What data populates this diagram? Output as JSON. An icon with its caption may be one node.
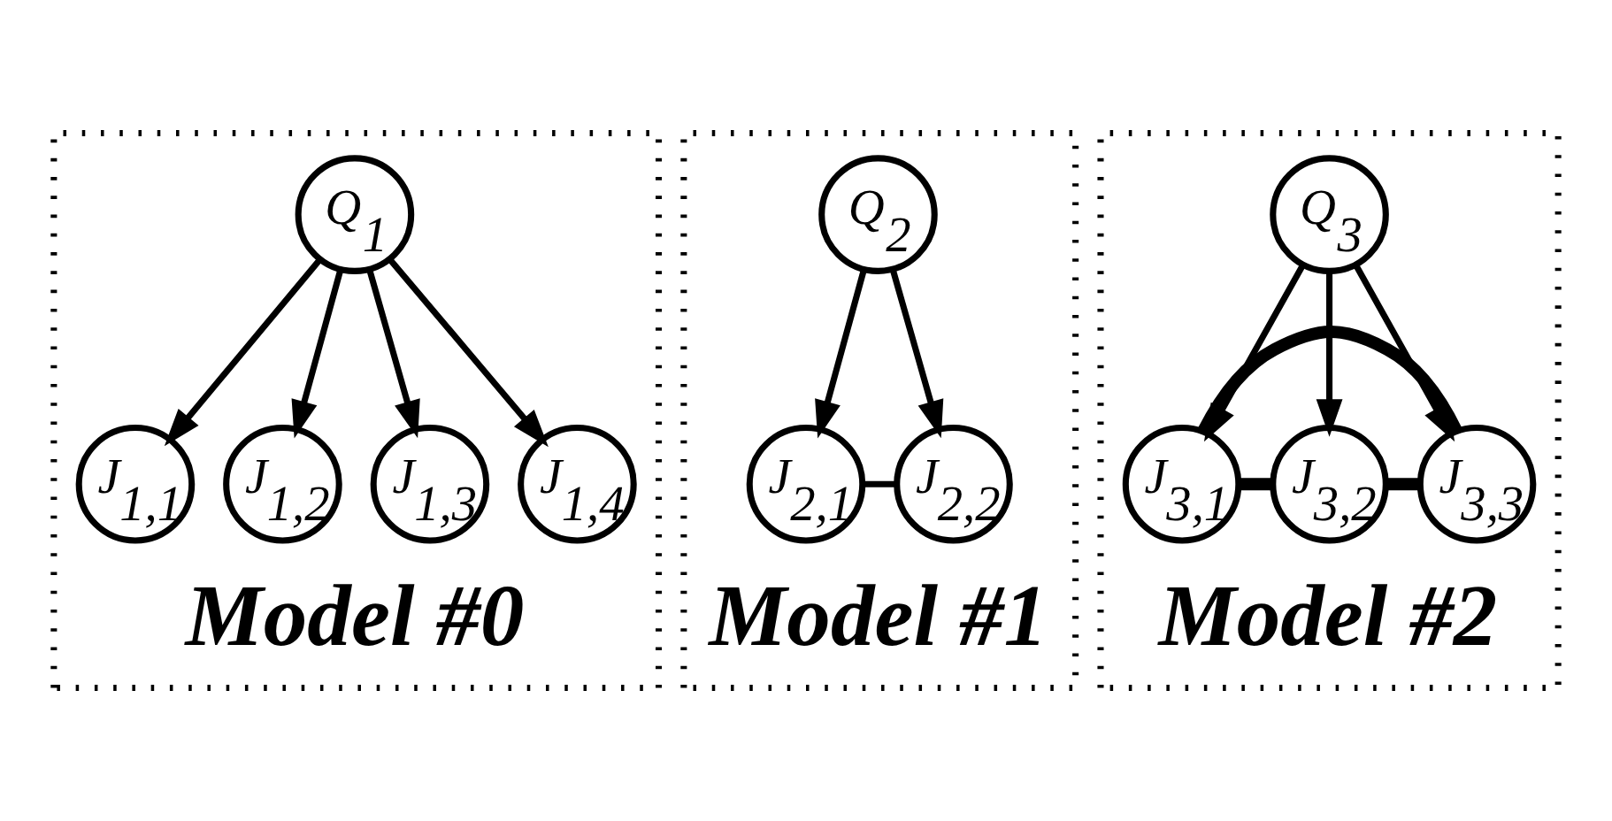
{
  "diagram": {
    "nodes": [
      {
        "text": [
          "Model #0"
        ]
      },
      {
        "text": [
          "Q$_{1}$"
        ],
        "in": 0
      },
      {
        "text": [
          "J$_{1,1}$"
        ],
        "in": 0
      },
      {
        "text": [
          "J$_{1,2}$"
        ],
        "in": 0
      },
      {
        "text": [
          "J$_{1,3}$"
        ],
        "in": 0
      },
      {
        "text": [
          "J$_{1,4}$"
        ],
        "in": 0
      },
      {
        "text": [
          "Model #1"
        ]
      },
      {
        "text": [
          "Q$_{2}$"
        ],
        "in": 6
      },
      {
        "text": [
          "J$_{2,1}$"
        ],
        "in": 6
      },
      {
        "text": [
          "J$_{2,2}$"
        ],
        "in": 6
      },
      {
        "text": [
          "Model #2"
        ]
      },
      {
        "text": [
          "Q$_{3}$"
        ],
        "in": 10
      },
      {
        "text": [
          "J$_{3,1}$"
        ],
        "in": 10
      },
      {
        "text": [
          "J$_{3,2}$"
        ],
        "in": 10
      },
      {
        "text": [
          "J$_{3,3}$"
        ],
        "in": 10
      }
    ],
    "edges": [
      {
        "from": 1,
        "to": 2,
        "arrow": "to"
      },
      {
        "from": 1,
        "to": 3,
        "arrow": "to"
      },
      {
        "from": 1,
        "to": 4,
        "arrow": "to"
      },
      {
        "from": 1,
        "to": 5,
        "arrow": "to"
      },
      {
        "from": 7,
        "to": 8,
        "arrow": "to"
      },
      {
        "from": 7,
        "to": 9,
        "arrow": "to"
      },
      {
        "from": 8,
        "to": 9,
        "arrow": "none"
      },
      {
        "from": 11,
        "to": 12,
        "arrow": "to"
      },
      {
        "from": 11,
        "to": 13,
        "arrow": "to"
      },
      {
        "from": 11,
        "to": 14,
        "arrow": "to"
      },
      {
        "from": 12,
        "to": 13,
        "arrow": "none",
        "style": "thick"
      },
      {
        "from": 13,
        "to": 14,
        "arrow": "none",
        "style": "thick"
      },
      {
        "from": 12,
        "to": 14,
        "arrow": "none",
        "style": "thick"
      }
    ]
  }
}
